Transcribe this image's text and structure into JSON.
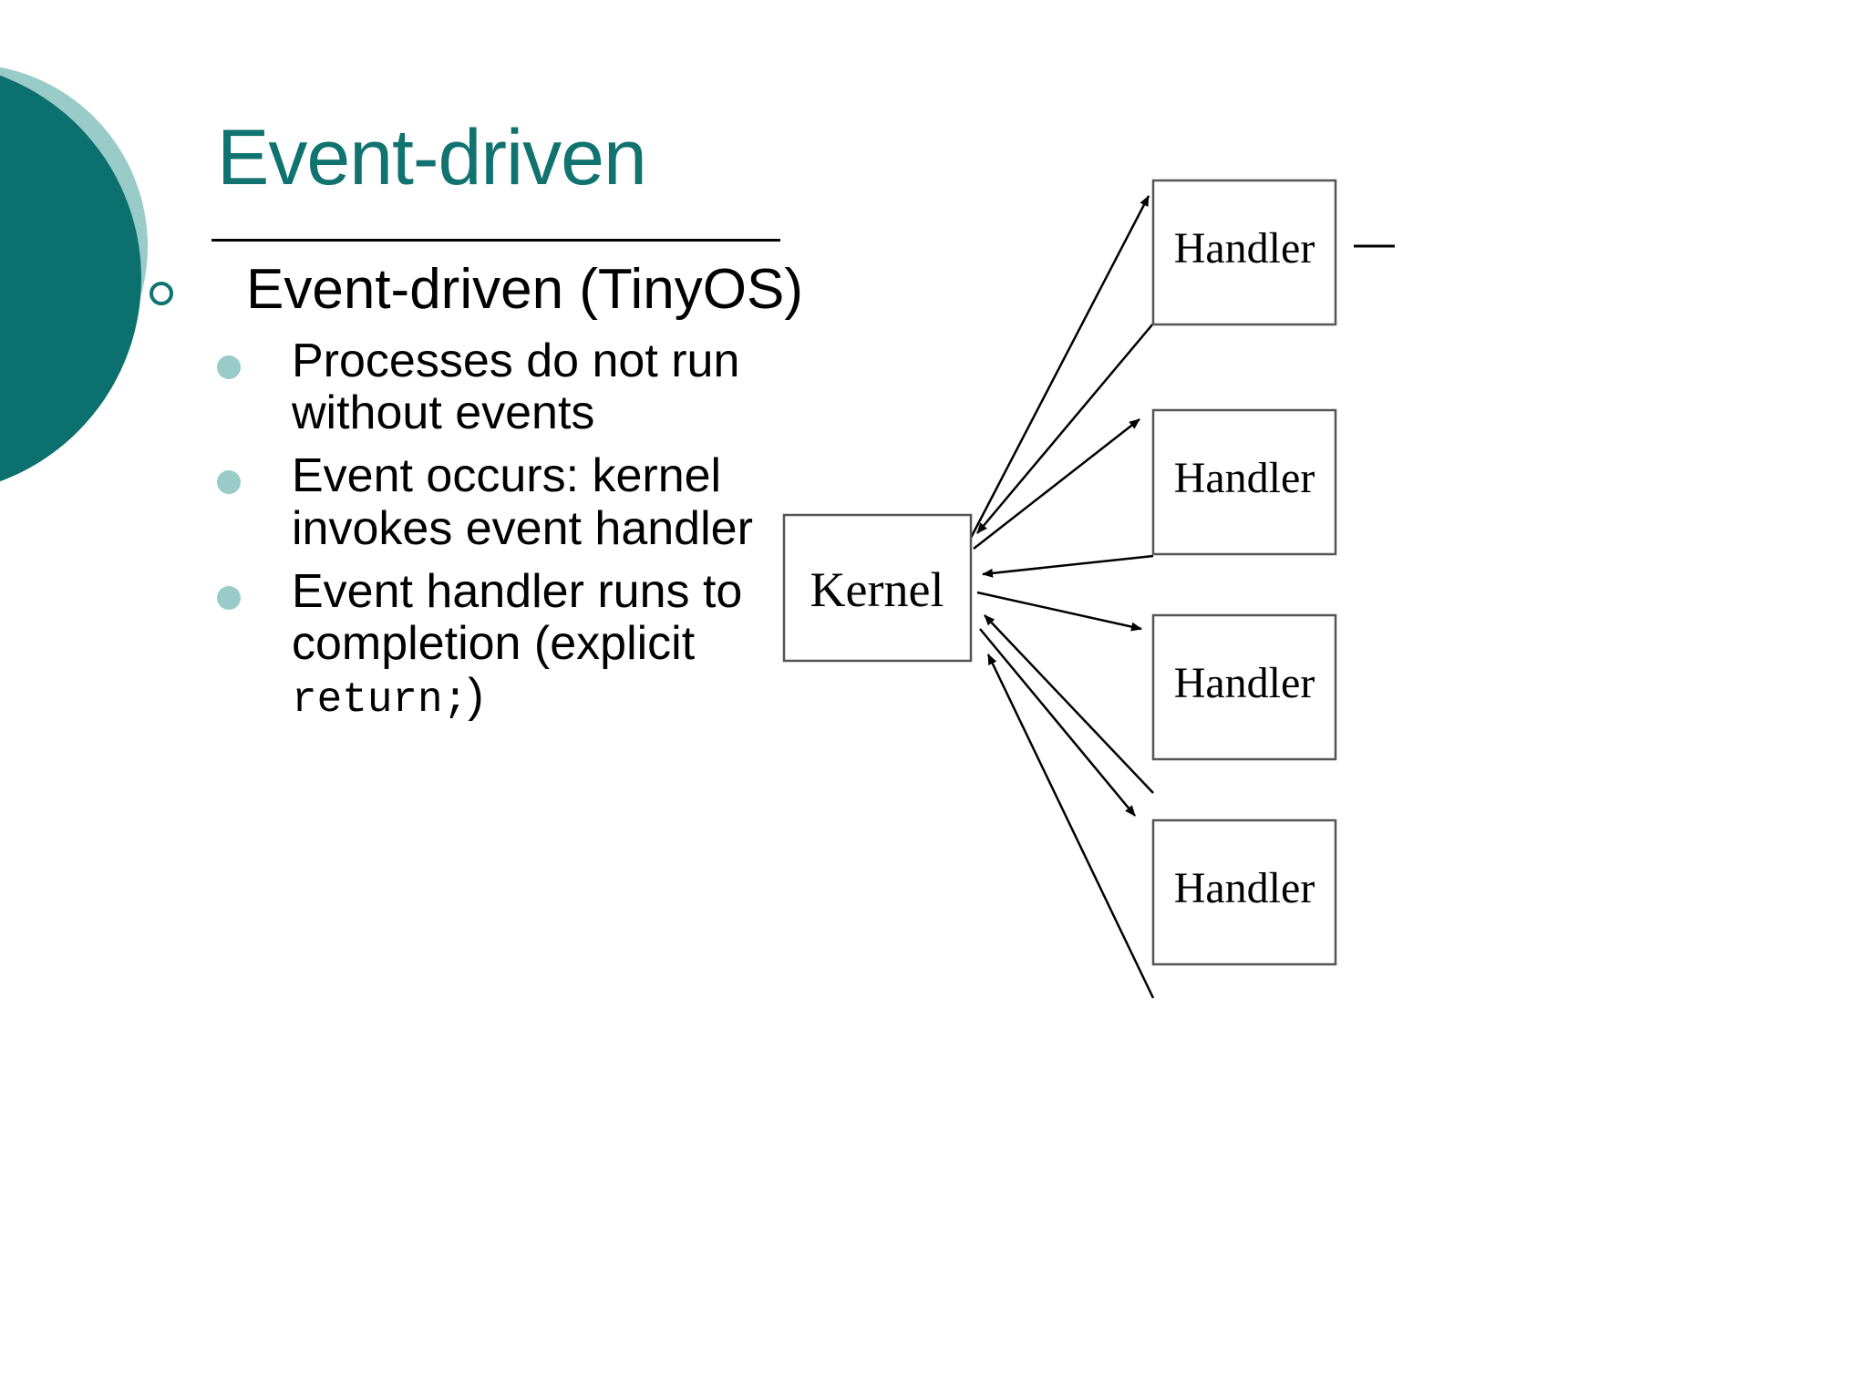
{
  "slide": {
    "title": "Event-driven",
    "title_color": "#10736F",
    "background_color": "#ffffff"
  },
  "decoration": {
    "circle_dark_color": "#0B706E",
    "circle_light_color": "#99CBC8"
  },
  "content": {
    "level1": [
      {
        "bullet_glyph": "hollow-circle",
        "bullet_color": "#10736F",
        "text": "Event-driven (TinyOS)"
      }
    ],
    "level2": [
      {
        "bullet_glyph": "filled-dot",
        "bullet_color": "#99CBC8",
        "text": "Processes do not run without events"
      },
      {
        "bullet_glyph": "filled-dot",
        "bullet_color": "#99CBC8",
        "text": "Event occurs: kernel invokes event handler"
      },
      {
        "bullet_glyph": "filled-dot",
        "bullet_color": "#99CBC8",
        "text_before": "Event handler runs to completion (explicit ",
        "text_code": "return;",
        "text_after": ")"
      }
    ]
  },
  "diagram": {
    "type": "node-link",
    "kernel_label": "Kernel",
    "handler_labels": [
      "Handler",
      "Handler",
      "Handler",
      "Handler"
    ],
    "handler_count": 4,
    "edge_style": "bidirectional",
    "edge_description": "Kernel dispatches to each Handler and each Handler returns to Kernel",
    "line_color": "#000000",
    "box_fill": "#ffffff",
    "box_stroke": "#555555"
  }
}
